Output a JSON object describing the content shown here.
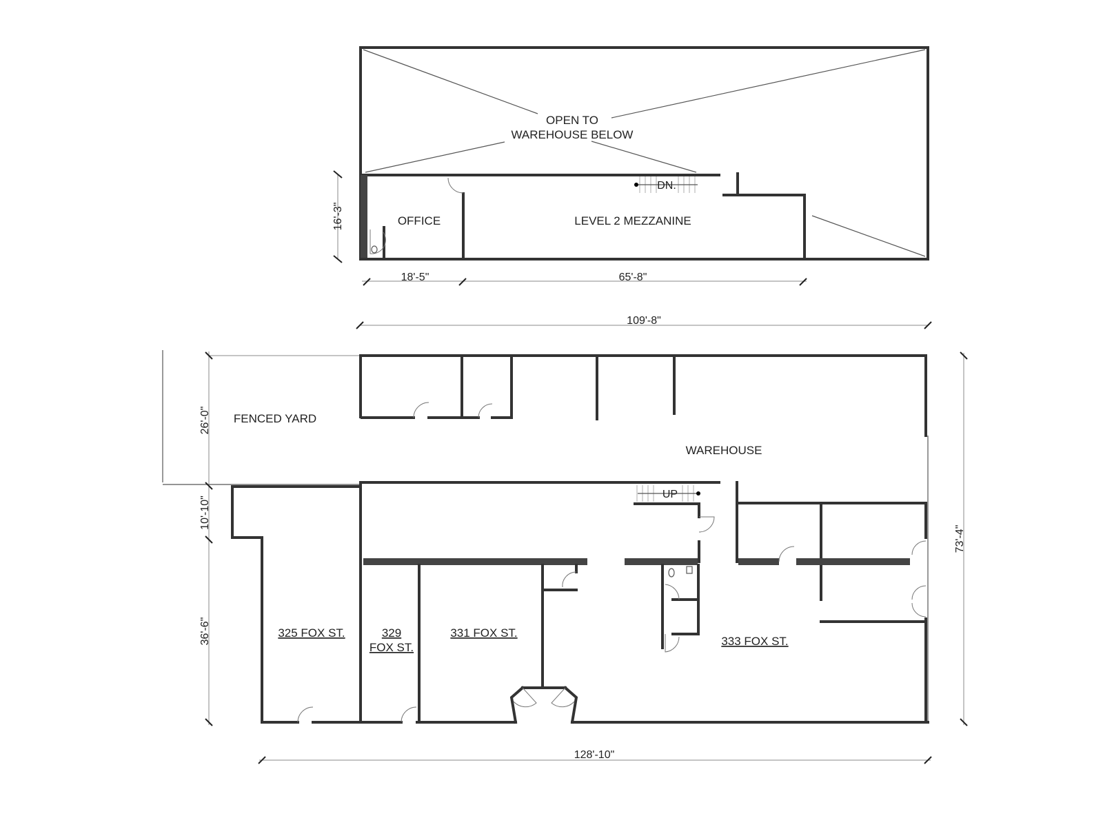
{
  "upper_plan": {
    "open_label_line1": "OPEN TO",
    "open_label_line2": "WAREHOUSE BELOW",
    "office_label": "OFFICE",
    "mezzanine_label": "LEVEL 2 MEZZANINE",
    "stair_label": "DN.",
    "dim_height": "16'-3\"",
    "dim_office_width": "18'-5\"",
    "dim_mezzanine_width": "65'-8\""
  },
  "lower_plan": {
    "warehouse_label": "WAREHOUSE",
    "fenced_yard_label": "FENCED YARD",
    "stair_label": "UP",
    "units": [
      "325 FOX ST.",
      "329",
      "FOX ST.",
      "331 FOX ST.",
      "333 FOX ST."
    ],
    "dim_top_width": "109'-8\"",
    "dim_bottom_width": "128'-10\"",
    "dim_yard": "26'-0\"",
    "dim_middle": "10'-10\"",
    "dim_lower": "36'-6\"",
    "dim_total_height": "73'-4\""
  }
}
